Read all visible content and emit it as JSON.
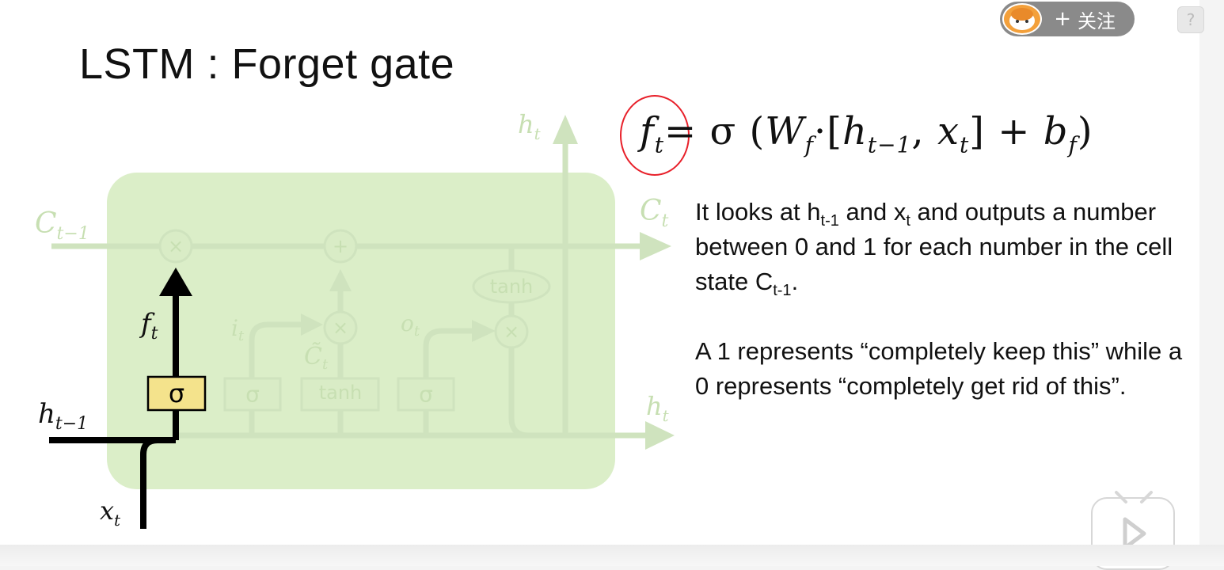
{
  "slide": {
    "title": "LSTM : Forget gate"
  },
  "diagram": {
    "labels": {
      "h_t_top": "h",
      "h_t_top_sub": "t",
      "c_prev": "C",
      "c_prev_sub": "t−1",
      "c_t": "C",
      "c_t_sub": "t",
      "h_prev": "h",
      "h_prev_sub": "t−1",
      "h_t_right": "h",
      "h_t_right_sub": "t",
      "x_t": "x",
      "x_t_sub": "t",
      "f_t": "f",
      "f_t_sub": "t",
      "i_t": "i",
      "i_t_sub": "t",
      "o_t": "o",
      "o_t_sub": "t",
      "c_tilde": "C̃",
      "c_tilde_sub": "t"
    },
    "gates": {
      "forget_sigma": "σ",
      "input_sigma": "σ",
      "tanh_box": "tanh",
      "output_sigma": "σ",
      "tanh_oval": "tanh"
    },
    "ops": {
      "multiply": "×",
      "add": "+"
    },
    "colors": {
      "cell": "#dbeec8",
      "faded": "#cfe3be",
      "active": "#000000",
      "sigma_box": "#f4e38c"
    }
  },
  "formula": {
    "f": "f",
    "f_sub": "t",
    "equals_sigma": "= σ (",
    "W": "W",
    "W_sub": "f",
    "dot_bracket": "·[",
    "h": "h",
    "h_sub": "t−1",
    "comma": ", ",
    "x": "x",
    "x_sub": "t",
    "close_plus": "]  +  ",
    "b": "b",
    "b_sub": "f",
    "close": ")"
  },
  "description": {
    "p1_a": "It looks at h",
    "p1_a_sub": "t-1",
    "p1_b": " and x",
    "p1_b_sub": "t",
    "p1_c": " and outputs a number between 0 and 1 for each number in the cell state C",
    "p1_c_sub": "t-1",
    "p1_d": ".",
    "p2": "A 1 represents “completely keep this” while a 0 represents “completely get rid of this”."
  },
  "overlay": {
    "follow_plus": "+",
    "follow_label": "关注",
    "help_label": "?"
  }
}
